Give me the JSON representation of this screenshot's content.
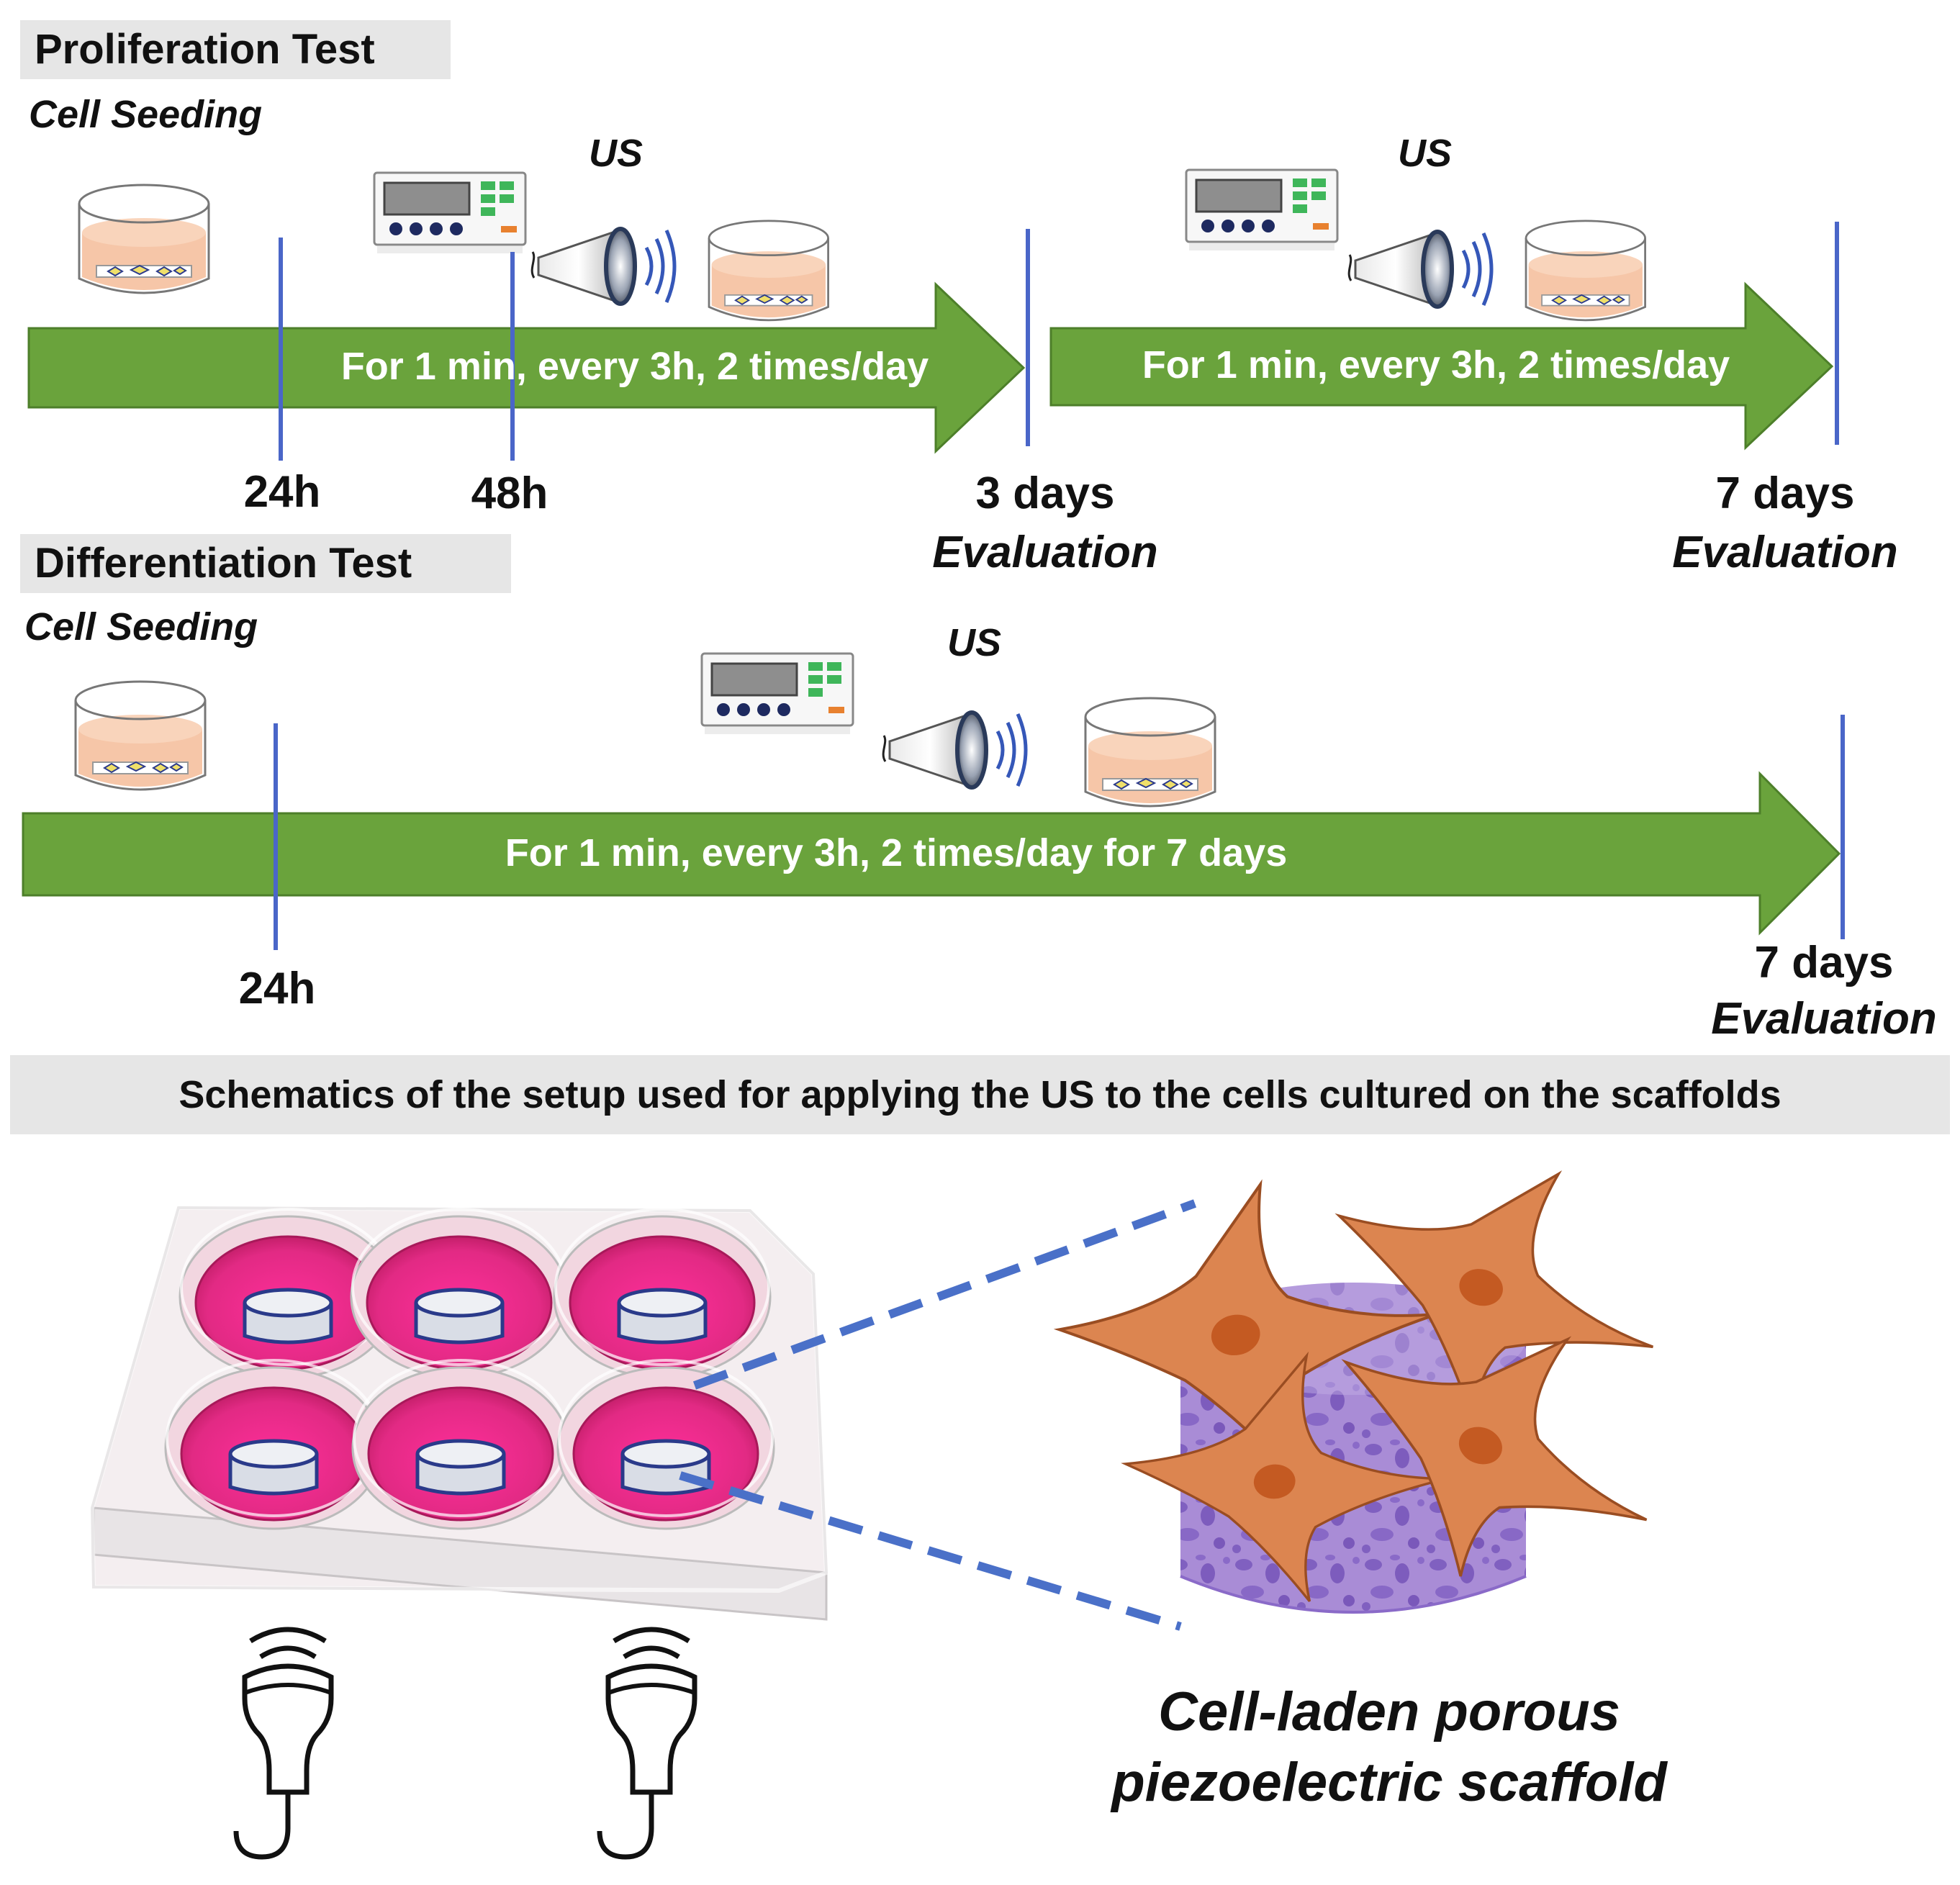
{
  "proliferation": {
    "title": "Proliferation Test",
    "seeding": "Cell Seeding",
    "us_label_1": "US",
    "us_label_2": "US",
    "arrow_text_1": "For 1 min, every 3h, 2 times/day",
    "arrow_text_2": "For 1 min, every 3h, 2 times/day",
    "tick_24h": "24h",
    "tick_48h": "48h",
    "tick_3days": "3 days",
    "tick_7days": "7 days",
    "eval_1": "Evaluation",
    "eval_2": "Evaluation"
  },
  "differentiation": {
    "title": "Differentiation Test",
    "seeding": "Cell Seeding",
    "us_label": "US",
    "arrow_text": "For 1 min, every 3h, 2 times/day for 7 days",
    "tick_24h": "24h",
    "tick_7days": "7 days",
    "eval": "Evaluation"
  },
  "setup": {
    "caption": "Schematics of the setup used for applying the US to the cells cultured on the scaffolds",
    "scaffold_label_line1": "Cell-laden porous",
    "scaffold_label_line2": "piezoelectric scaffold"
  },
  "colors": {
    "arrow_green": "#6aa33c",
    "timeline_blue": "#4a66c8",
    "medium_peach": "#f6c6a8",
    "well_magenta": "#e2267e",
    "cell_orange": "#dc8550",
    "nucleus": "#c45a22",
    "scaffold_purple": "#a98cd6",
    "dash_blue": "#4a70c8"
  }
}
